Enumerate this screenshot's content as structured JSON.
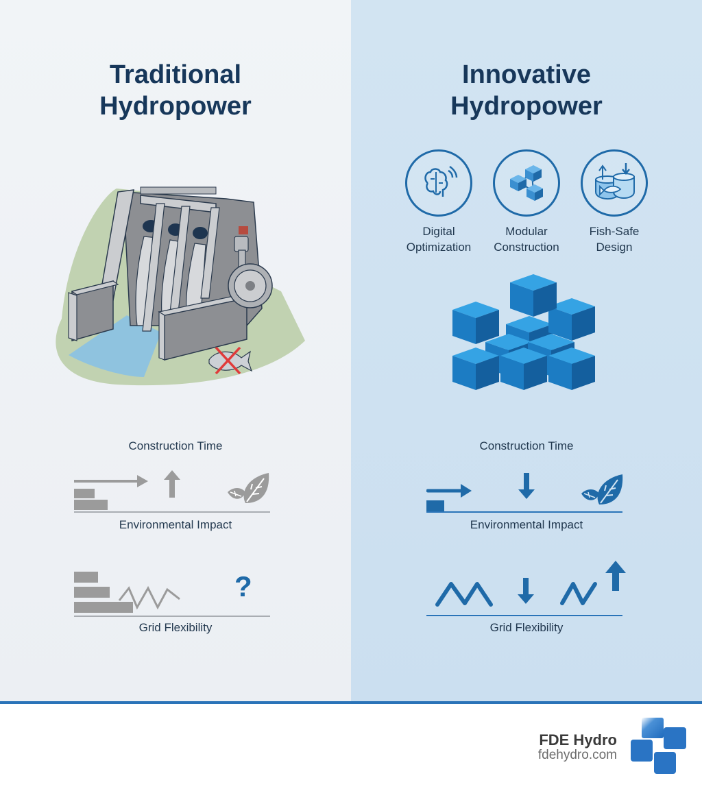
{
  "left": {
    "title_line1": "Traditional",
    "title_line2": "Hydropower",
    "illustration": "concrete-dam-with-turbine-and-crossed-out-fish",
    "metrics": {
      "construction_time": "Construction Time",
      "environmental_impact": "Environmental Impact",
      "grid_flexibility": "Grid Flexibility"
    },
    "icons": [
      "long-arrow-right-icon",
      "arrow-up-icon",
      "leaf-icon",
      "zigzag-icon",
      "question-mark-icon"
    ],
    "question_mark": "?",
    "colors": {
      "background": "#eef1f5",
      "icon_gray": "#9a9a9a",
      "question": "#1f6aa8"
    }
  },
  "right": {
    "title_line1": "Innovative",
    "title_line2": "Hydropower",
    "features": [
      {
        "line1": "Digital",
        "line2": "Optimization",
        "icon": "brain-signal-icon"
      },
      {
        "line1": "Modular",
        "line2": "Construction",
        "icon": "connected-cubes-icon"
      },
      {
        "line1": "Fish-Safe",
        "line2": "Design",
        "icon": "fish-passage-icon"
      }
    ],
    "illustration": "stacked-modular-blue-cubes",
    "metrics": {
      "construction_time": "Construction Time",
      "environmental_impact": "Environmental Impact",
      "grid_flexibility": "Grid Flexibility"
    },
    "icons": [
      "short-arrow-right-icon",
      "arrow-down-icon",
      "leaf-icon",
      "wave-icon",
      "arrow-up-icon"
    ],
    "colors": {
      "background": "#cfe2f1",
      "accent": "#1f6aa8",
      "cube_top": "#2f9be0",
      "cube_side": "#1a6db0"
    }
  },
  "footer": {
    "brand": "FDE Hydro",
    "url": "fdehydro.com",
    "logo": "fde-hydro-squares-logo",
    "separator_color": "#2a73b8"
  }
}
